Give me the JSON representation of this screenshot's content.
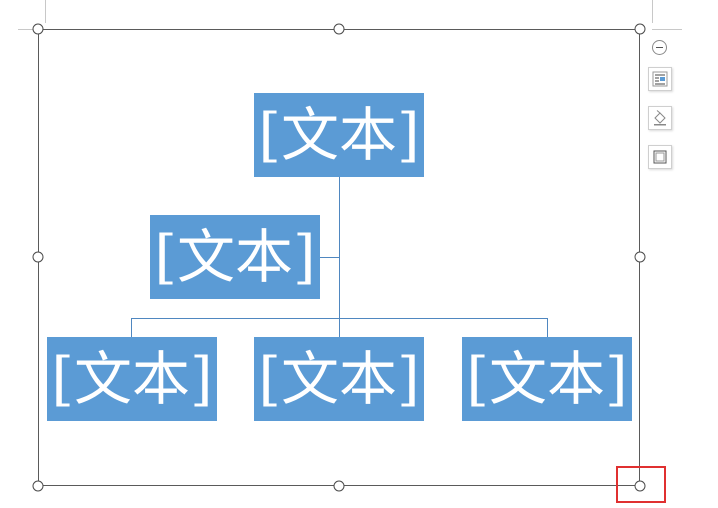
{
  "smartart": {
    "top_box": "[文本]",
    "assistant_box": "[文本]",
    "child_boxes": [
      "[文本]",
      "[文本]",
      "[文本]"
    ]
  },
  "colors": {
    "box_fill": "#5b9bd5",
    "box_text": "#ffffff",
    "connector": "#4f87c0",
    "frame": "#5a5a5a",
    "highlight": "#e03030"
  },
  "tools": {
    "collapse_icon": "minus-circle-icon",
    "layout_options_icon": "layout-options-icon",
    "styles_icon": "paint-bucket-icon",
    "fill_icon": "shape-outline-icon"
  }
}
